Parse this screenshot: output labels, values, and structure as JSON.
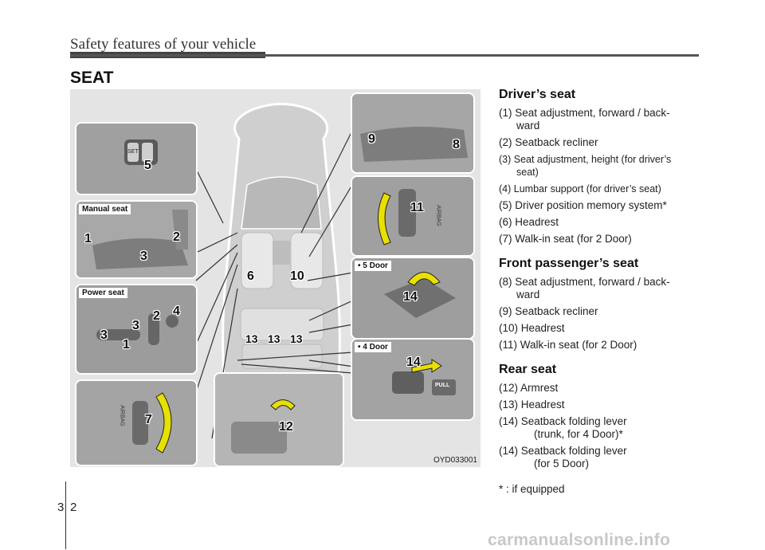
{
  "header": {
    "title": "Safety features of your vehicle"
  },
  "section_title": "SEAT",
  "figure": {
    "code": "OYD033001",
    "panel_labels": {
      "manual_seat": "Manual seat",
      "power_seat": "Power seat",
      "five_door": "• 5 Door",
      "four_door": "• 4 Door"
    },
    "callouts": {
      "c5": "5",
      "c1a": "1",
      "c2a": "2",
      "c3a": "3",
      "c3b": "3",
      "c3c": "3",
      "c2b": "2",
      "c4": "4",
      "c1b": "1",
      "c7": "7",
      "c6": "6",
      "c10": "10",
      "c13a": "13",
      "c13b": "13",
      "c13c": "13",
      "c9": "9",
      "c8": "8",
      "c11": "11",
      "c14a": "14",
      "c14b": "14",
      "c12": "12"
    },
    "knob_text": {
      "set": "SET",
      "pull": "PULL",
      "airbag": "AIRBAG"
    }
  },
  "drivers_seat": {
    "heading": "Driver’s seat",
    "items": [
      {
        "line1": "(1) Seat adjustment, forward / back-",
        "line2": "ward"
      },
      {
        "line1": "(2) Seatback recliner"
      },
      {
        "line1": "(3) Seat adjustment, height (for driver’s",
        "line2": "seat)"
      },
      {
        "line1": "(4) Lumbar support (for driver’s seat)"
      },
      {
        "line1": "(5) Driver position memory system*"
      },
      {
        "line1": "(6) Headrest"
      },
      {
        "line1": "(7) Walk-in seat (for 2 Door)"
      }
    ]
  },
  "front_passenger_seat": {
    "heading": "Front passenger’s seat",
    "items": [
      {
        "line1": "(8) Seat adjustment, forward / back-",
        "line2": "ward"
      },
      {
        "line1": "(9) Seatback recliner"
      },
      {
        "line1": "(10) Headrest"
      },
      {
        "line1": "(11) Walk-in seat (for 2 Door)"
      }
    ]
  },
  "rear_seat": {
    "heading": "Rear seat",
    "items": [
      {
        "line1": "(12) Armrest"
      },
      {
        "line1": "(13) Headrest"
      },
      {
        "line1": "(14) Seatback folding lever",
        "line2": "(trunk, for 4 Door)*"
      },
      {
        "line1": "(14) Seatback folding lever",
        "line2": "(for 5 Door)"
      }
    ]
  },
  "footnote": "* : if equipped",
  "page_number": {
    "chapter": "3",
    "page": "2"
  },
  "watermark": "carmanualsonline.info"
}
